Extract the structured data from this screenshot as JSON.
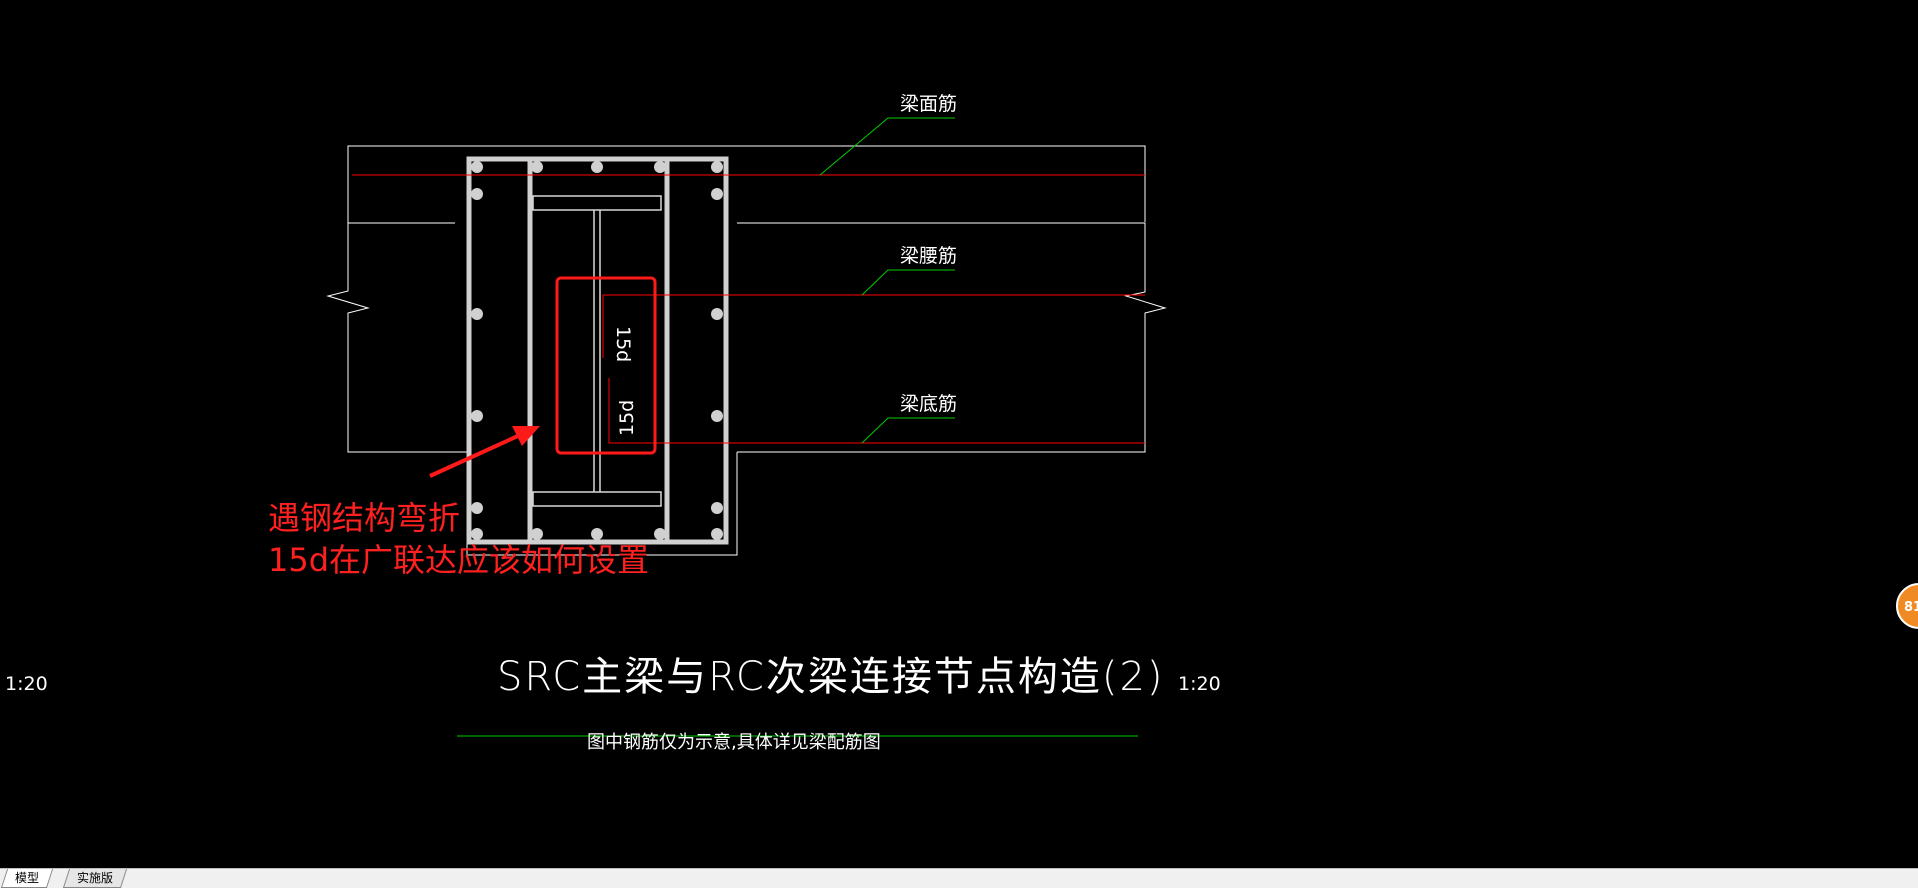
{
  "drawing": {
    "title": "SRC主梁与RC次梁连接节点构造(2)",
    "subtitle": "图中钢筋仅为示意,具体详见梁配筋图",
    "scale_left": "1:20",
    "scale_right": "1:20",
    "labels": {
      "top_rebar": "梁面筋",
      "side_rebar": "梁腰筋",
      "bottom_rebar": "梁底筋",
      "dim_upper": "15d",
      "dim_lower": "15d"
    },
    "colors": {
      "background": "#000000",
      "outline": "#ffffff",
      "rebar": "#ff0000",
      "leader": "#00cc00",
      "annotation": "#ff2020"
    }
  },
  "annotation": {
    "line1": "遇钢结构弯折",
    "line2": "15d在广联达应该如何设置"
  },
  "badge": {
    "text": "81"
  },
  "tabs": {
    "model": "模型",
    "layout": "实施版"
  }
}
